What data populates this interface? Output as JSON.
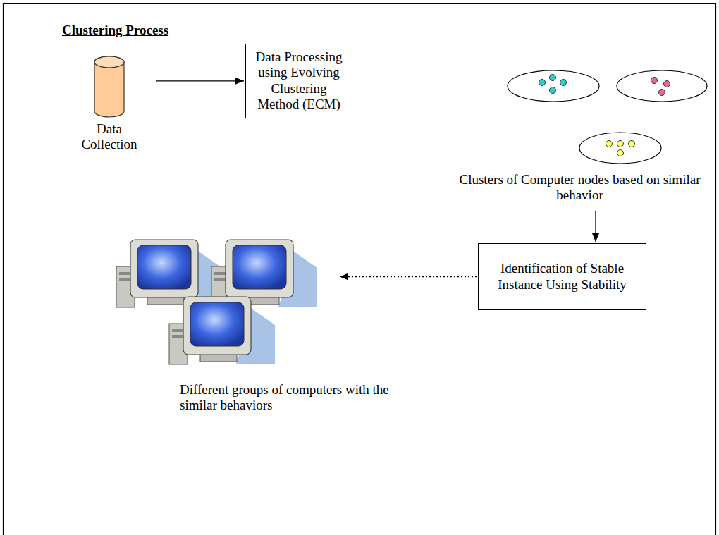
{
  "diagram": {
    "title": "Clustering Process",
    "nodes": [
      {
        "text": [
          "Data Collection"
        ]
      },
      {
        "text": [
          "Data Processing using Evolving Clustering Method (ECM)"
        ]
      },
      {
        "text": [
          "Clusters of Computer nodes based on similar behavior"
        ]
      },
      {
        "text": [
          "Identification of Stable Instance Using Stability"
        ]
      },
      {
        "text": [
          "Different groups of computers with the similar behaviors"
        ]
      }
    ],
    "edges": [
      {
        "from": 0,
        "to": 1,
        "arrow": "to"
      },
      {
        "from": 2,
        "to": 3,
        "arrow": "to"
      },
      {
        "from": 3,
        "to": 4,
        "arrow": "to"
      }
    ]
  }
}
